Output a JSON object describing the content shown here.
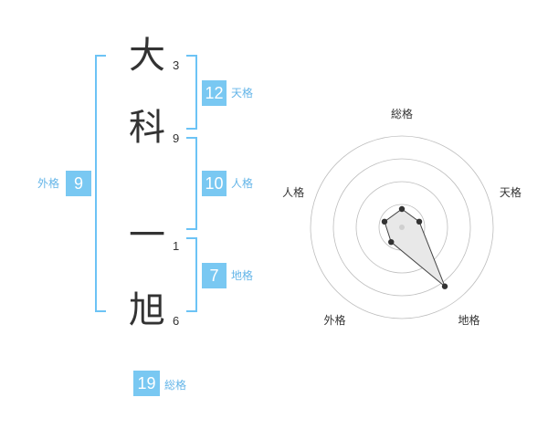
{
  "name": {
    "chars": [
      {
        "char": "大",
        "strokes": "3"
      },
      {
        "char": "科",
        "strokes": "9"
      },
      {
        "char": "一",
        "strokes": "1"
      },
      {
        "char": "旭",
        "strokes": "6"
      }
    ]
  },
  "fortune": {
    "tenkaku": {
      "value": "12",
      "label": "天格"
    },
    "jinkaku": {
      "value": "10",
      "label": "人格"
    },
    "chikaku": {
      "value": "7",
      "label": "地格"
    },
    "gaikaku": {
      "value": "9",
      "label": "外格"
    },
    "soukaku": {
      "value": "19",
      "label": "総格"
    }
  },
  "chart_data": {
    "type": "radar",
    "axes": [
      "総格",
      "天格",
      "地格",
      "外格",
      "人格"
    ],
    "values": [
      1,
      1,
      4,
      1,
      1
    ],
    "rmax": 5,
    "rings": 4,
    "colors": {
      "bracket": "#6cc3f5",
      "badge": "#79c8f2",
      "label": "#64b5e8",
      "fill": "#e8e8e8"
    }
  }
}
